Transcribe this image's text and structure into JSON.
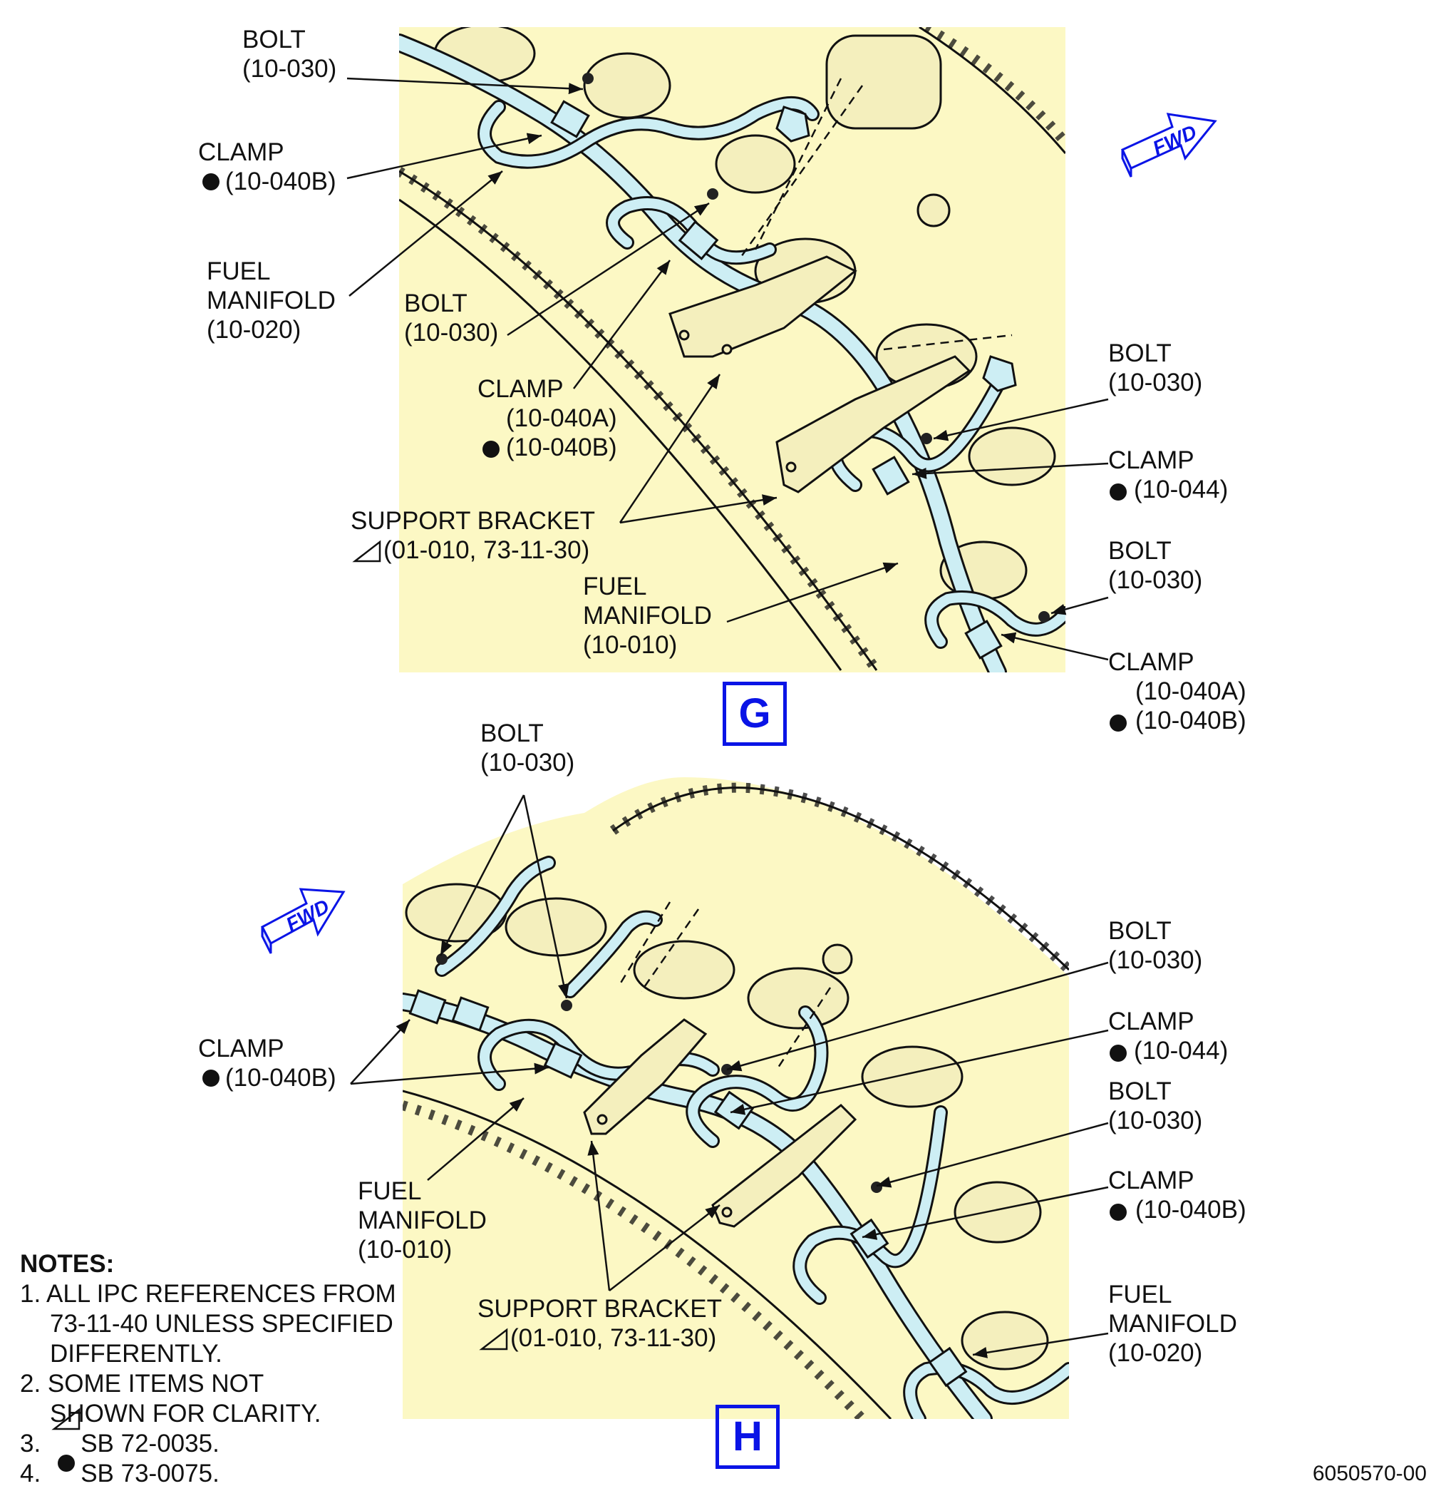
{
  "colors": {
    "panel_fill": "#fcf8c4",
    "callout_blue": "#0a14e6",
    "line": "#111111",
    "tube": "#cdeef4"
  },
  "view_g": {
    "view_letter": "G",
    "fwd_label": "FWD",
    "callouts": {
      "bolt_1": {
        "name": "BOLT",
        "ref": "(10-030)"
      },
      "clamp_1": {
        "name": "CLAMP",
        "ref_b": "(10-040B)"
      },
      "fuel_manifold_1": {
        "name_1": "FUEL",
        "name_2": "MANIFOLD",
        "ref": "(10-020)"
      },
      "bolt_2": {
        "name": "BOLT",
        "ref": "(10-030)"
      },
      "clamp_2": {
        "name": "CLAMP",
        "ref_a": "(10-040A)",
        "ref_b": "(10-040B)"
      },
      "support_bracket": {
        "name": "SUPPORT BRACKET",
        "ref": "(01-010, 73-11-30)"
      },
      "fuel_manifold_2": {
        "name_1": "FUEL",
        "name_2": "MANIFOLD",
        "ref": "(10-010)"
      },
      "bolt_3": {
        "name": "BOLT",
        "ref": "(10-030)"
      },
      "clamp_3": {
        "name": "CLAMP",
        "ref": "(10-044)"
      },
      "bolt_4": {
        "name": "BOLT",
        "ref": "(10-030)"
      },
      "clamp_4": {
        "name": "CLAMP",
        "ref_a": "(10-040A)",
        "ref_b": "(10-040B)"
      }
    }
  },
  "view_h": {
    "view_letter": "H",
    "fwd_label": "FWD",
    "callouts": {
      "bolt_1": {
        "name": "BOLT",
        "ref": "(10-030)"
      },
      "clamp_1": {
        "name": "CLAMP",
        "ref": "(10-040B)"
      },
      "fuel_manifold_1": {
        "name_1": "FUEL",
        "name_2": "MANIFOLD",
        "ref": "(10-010)"
      },
      "support_bracket": {
        "name": "SUPPORT BRACKET",
        "ref": "(01-010, 73-11-30)"
      },
      "bolt_2": {
        "name": "BOLT",
        "ref": "(10-030)"
      },
      "clamp_2": {
        "name": "CLAMP",
        "ref": "(10-044)"
      },
      "bolt_3": {
        "name": "BOLT",
        "ref": "(10-030)"
      },
      "clamp_3": {
        "name": "CLAMP",
        "ref": "(10-040B)"
      },
      "fuel_manifold_2": {
        "name_1": "FUEL",
        "name_2": "MANIFOLD",
        "ref": "(10-020)"
      }
    }
  },
  "notes": {
    "heading": "NOTES:",
    "n1_a": "1. ALL IPC REFERENCES FROM",
    "n1_b": "73-11-40 UNLESS SPECIFIED",
    "n1_c": "DIFFERENTLY.",
    "n2_a": "2. SOME ITEMS NOT",
    "n2_b": "SHOWN FOR CLARITY.",
    "n3": "SB 72-0035.",
    "n3_num": "3.",
    "n4": "SB 73-0075.",
    "n4_num": "4."
  },
  "document_number": "6050570-00"
}
